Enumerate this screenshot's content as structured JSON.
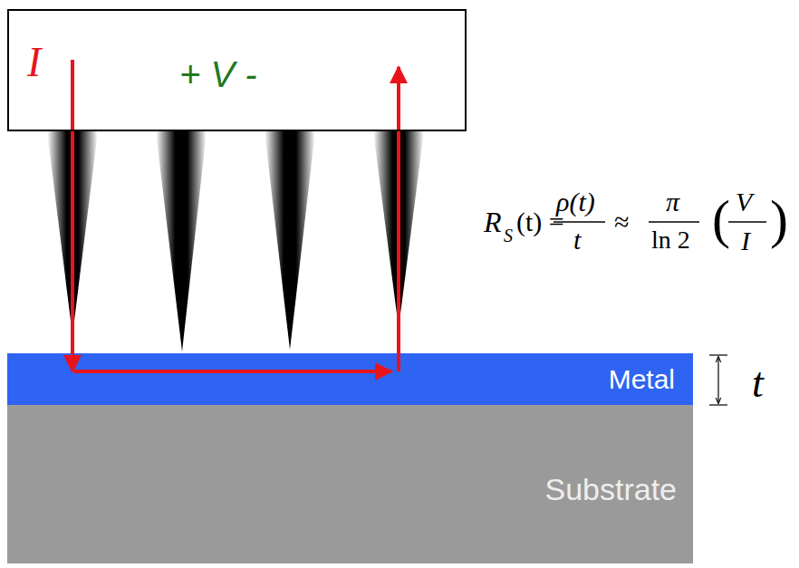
{
  "diagram": {
    "nodes": [
      {
        "text": [
          "I",
          "+ V -"
        ]
      },
      {
        "text": [
          "Metal"
        ]
      },
      {
        "text": [
          "Substrate"
        ]
      }
    ],
    "edges": [
      {
        "from": 0,
        "to": 1,
        "arrow": "to"
      },
      {
        "from": 1,
        "to": 0,
        "arrow": "to"
      }
    ],
    "labels": [
      "R",
      "S",
      "(t) =",
      "ρ(t)",
      "t",
      "≈",
      "π",
      "ln 2",
      "(",
      "V",
      "I",
      ")",
      "t"
    ]
  }
}
